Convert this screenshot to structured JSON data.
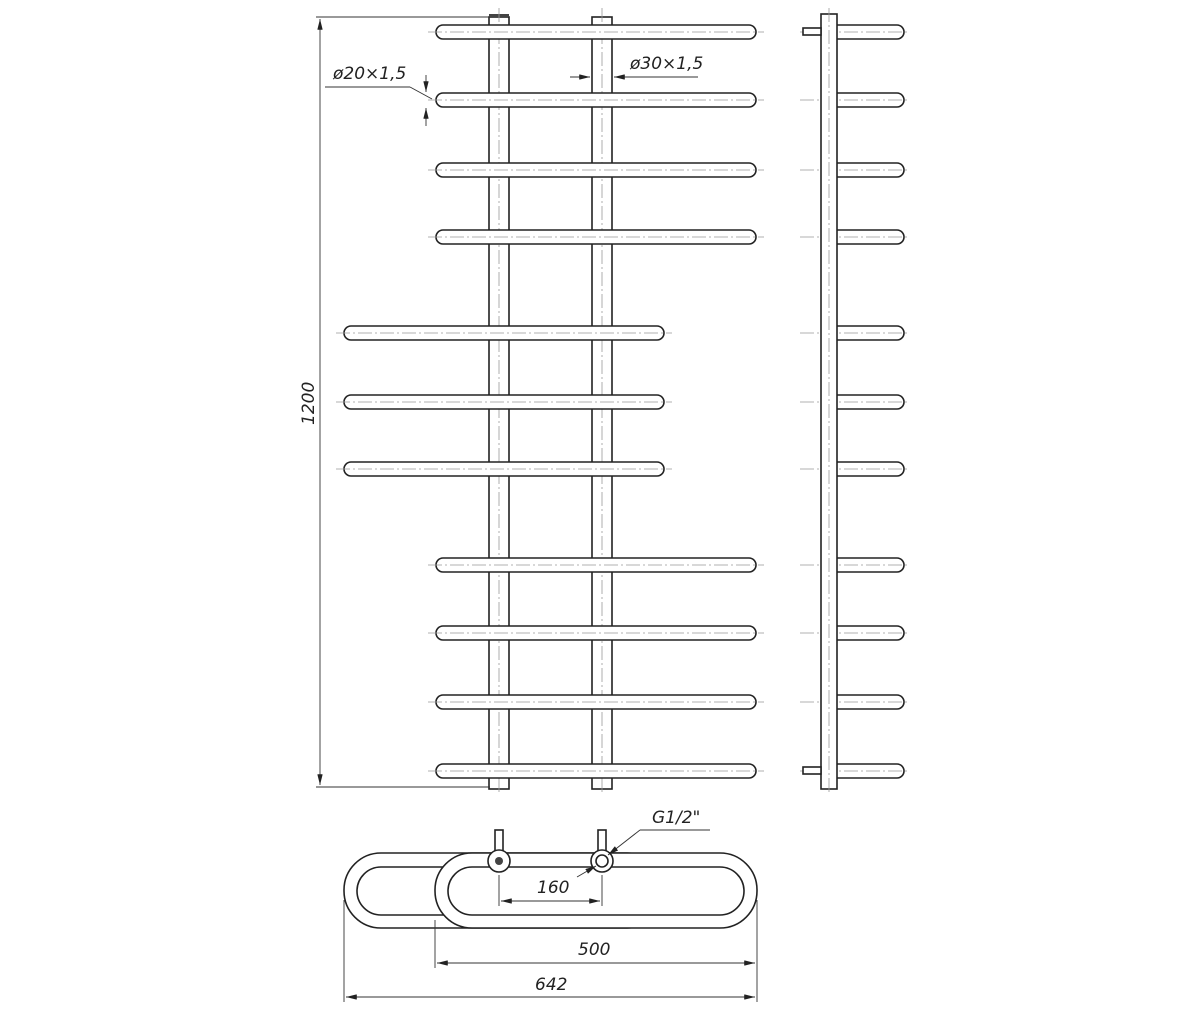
{
  "dimensions": {
    "height": "1200",
    "bar_pipe": "ø20×1,5",
    "riser_pipe": "ø30×1,5",
    "thread": "G1/2\"",
    "axis_distance": "160",
    "width_inner": "500",
    "width_total": "642"
  }
}
